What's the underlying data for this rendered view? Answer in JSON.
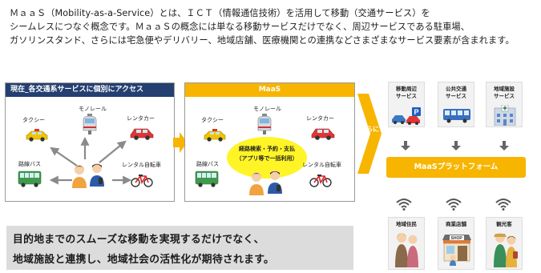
{
  "intro": {
    "line1": "ＭａａＳ（Mobility-as-a-Service）とは、ＩＣＴ（情報通信技術）を活用して移動（交通サービス）を",
    "line2": "シームレスにつなぐ概念です。ＭａａＳの概念には単なる移動サービスだけでなく、周辺サービスである駐車場、",
    "line3": "ガソリンスタンド、さらには宅急便やデリバリー、地域店舗、医療機関との連携などさまざまなサービス要素が含まれます。"
  },
  "panel_current": {
    "title": "現在_各交通系サービスに個別にアクセス",
    "taxi": "タクシー",
    "monorail": "モノレール",
    "rentacar": "レンタカー",
    "bus": "路線バス",
    "bike": "レンタル自転車"
  },
  "panel_maas": {
    "title": "MaaS",
    "taxi": "タクシー",
    "monorail": "モノレール",
    "rentacar": "レンタカー",
    "bus": "路線バス",
    "bike": "レンタル自転車",
    "center_line1": "経路検索・予約・支払",
    "center_line2": "（アプリ等で一括利用）"
  },
  "arrow_label": "さらに",
  "services": {
    "s1_line1": "移動周辺",
    "s1_line2": "サービス",
    "s2_line1": "公共交通",
    "s2_line2": "サービス",
    "s3_line1": "地域施設",
    "s3_line2": "サービス"
  },
  "platform_label": "MaaSプラットフォーム",
  "users": {
    "u1": "地域住民",
    "u2": "商業店舗",
    "u3": "観光客",
    "shop_sign": "SHOP"
  },
  "conclusion": {
    "line1": "目的地までのスムーズな移動を実現するだけでなく、",
    "line2": "地域施設と連携し、地域社会の活性化が期待されます。"
  },
  "colors": {
    "navy": "#243f70",
    "accent_yellow": "#f7b500",
    "highlight_yellow": "#fff200",
    "conclusion_bg": "#dcdcdc"
  }
}
